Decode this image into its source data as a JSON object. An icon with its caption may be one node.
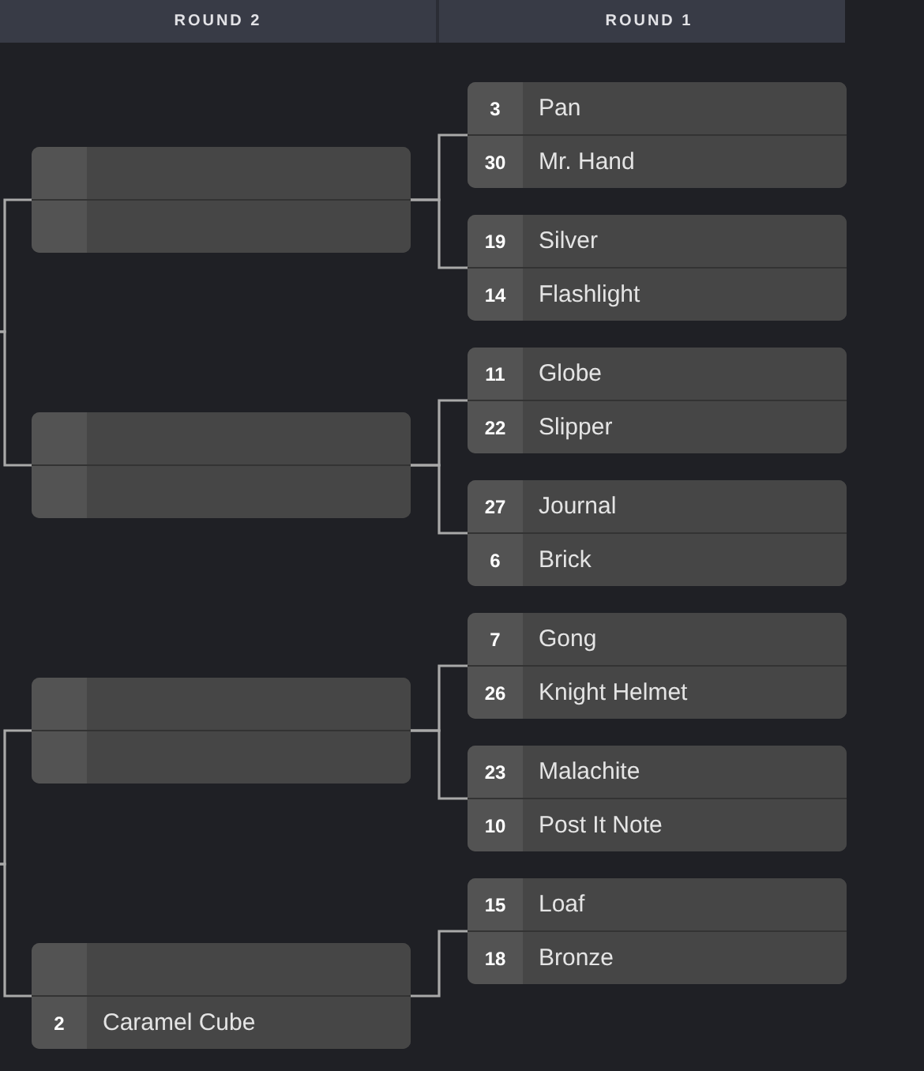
{
  "diagram": {
    "nodes": [
      {
        "text": [],
        "shape": "box"
      },
      {
        "text": [],
        "shape": "bar",
        "in": 0
      },
      {
        "text": [],
        "shape": "bar",
        "in": 0
      },
      {
        "text": [],
        "shape": "box"
      },
      {
        "text": [],
        "shape": "bar",
        "in": 3
      },
      {
        "text": [],
        "shape": "bar",
        "in": 3
      },
      {
        "text": [],
        "shape": "box"
      },
      {
        "text": [],
        "shape": "bar",
        "in": 6
      },
      {
        "text": [],
        "shape": "bar",
        "in": 6
      },
      {
        "text": [],
        "shape": "box"
      },
      {
        "text": [],
        "shape": "bar",
        "in": 9
      },
      {
        "text": [
          "2",
          "Caramel Cube"
        ],
        "in": 9
      },
      {
        "text": [],
        "shape": "box"
      },
      {
        "text": [
          "3",
          "Pan"
        ],
        "in": 12
      },
      {
        "text": [
          "30",
          "Mr. Hand"
        ],
        "in": 12
      },
      {
        "text": [],
        "shape": "box"
      },
      {
        "text": [
          "19",
          "Silver"
        ],
        "in": 15
      },
      {
        "text": [
          "14",
          "Flashlight"
        ],
        "in": 15
      },
      {
        "text": [],
        "shape": "box"
      },
      {
        "text": [
          "11",
          "Globe"
        ],
        "in": 18
      },
      {
        "text": [
          "22",
          "Slipper"
        ],
        "in": 18
      },
      {
        "text": [],
        "shape": "box"
      },
      {
        "text": [
          "27",
          "Journal"
        ],
        "in": 21
      },
      {
        "text": [
          "6",
          "Brick"
        ],
        "in": 21
      },
      {
        "text": [],
        "shape": "box"
      },
      {
        "text": [
          "7",
          "Gong"
        ],
        "in": 24
      },
      {
        "text": [
          "26",
          "Knight Helmet"
        ],
        "in": 24
      },
      {
        "text": [],
        "shape": "box"
      },
      {
        "text": [
          "23",
          "Malachite"
        ],
        "in": 27
      },
      {
        "text": [
          "10",
          "Post It Note"
        ],
        "in": 27
      },
      {
        "text": [],
        "shape": "box"
      },
      {
        "text": [
          "15",
          "Loaf"
        ],
        "in": 30
      },
      {
        "text": [
          "18",
          "Bronze"
        ],
        "in": 30
      }
    ],
    "edges": [
      {
        "from": 12,
        "to": 0,
        "arrow": "none"
      },
      {
        "from": 15,
        "to": 0,
        "arrow": "none"
      },
      {
        "from": 18,
        "to": 3,
        "arrow": "none"
      },
      {
        "from": 21,
        "to": 3,
        "arrow": "none"
      },
      {
        "from": 24,
        "to": 6,
        "arrow": "none"
      },
      {
        "from": 27,
        "to": 6,
        "arrow": "none"
      },
      {
        "from": 30,
        "to": 9,
        "arrow": "none"
      },
      {
        "from": 0,
        "to": null,
        "arrow": "none"
      },
      {
        "from": 3,
        "to": null,
        "arrow": "none"
      },
      {
        "from": 6,
        "to": null,
        "arrow": "none"
      },
      {
        "from": 9,
        "to": null,
        "arrow": "none"
      }
    ],
    "labels": [
      "ROUND 2",
      "ROUND 1"
    ]
  }
}
